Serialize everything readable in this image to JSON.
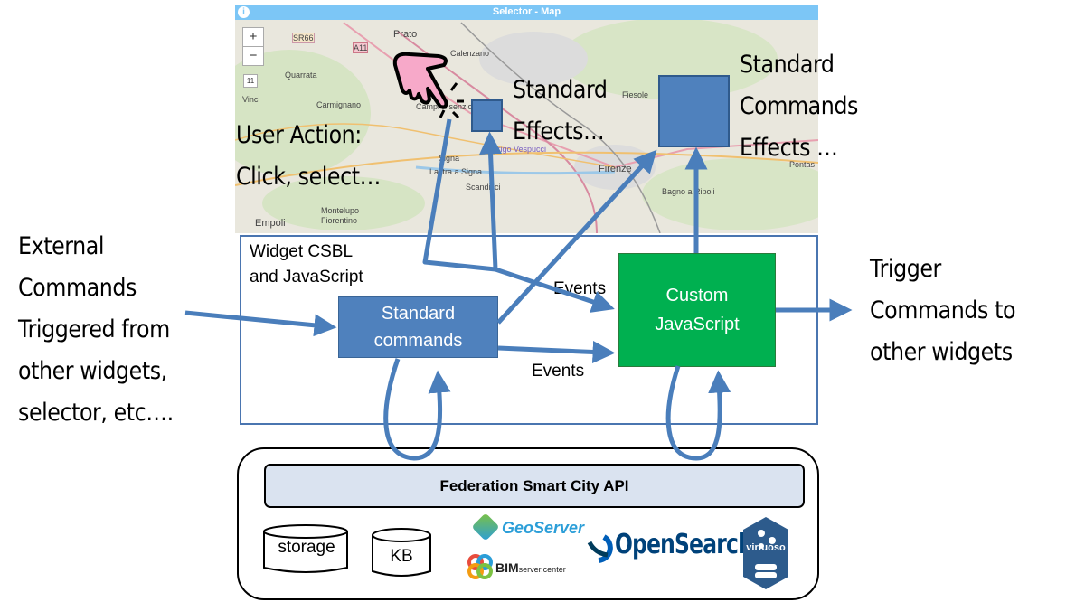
{
  "map": {
    "title": "Selector - Map",
    "info_icon": "info-icon",
    "zoom_in": "+",
    "zoom_out": "−",
    "zoom_level": "11",
    "places": [
      "Prato",
      "Calenzano",
      "Quarrata",
      "Carmignano",
      "Campi Bisenzio",
      "Signa",
      "Lastra a Signa",
      "Scandicci",
      "Firenze",
      "Fiesole",
      "Bagno a Ripoli",
      "Pontas",
      "Montelupo",
      "Fiorentino",
      "Empoli",
      "Vinci",
      "Amerigo Vespucci"
    ],
    "road_labels": [
      "SR66",
      "A11"
    ]
  },
  "labels": {
    "user_action": [
      "User Action:",
      "Click, select…"
    ],
    "standard_effects": [
      "Standard",
      "Effects…"
    ],
    "standard_commands_effects": [
      "Standard",
      "Commands",
      "Effects …"
    ],
    "external": [
      "External",
      "Commands",
      "Triggered from",
      "other widgets,",
      "selector, etc…."
    ],
    "trigger": [
      "Trigger",
      "Commands to",
      "other widgets"
    ],
    "widget_title": [
      "Widget CSBL",
      "and JavaScript"
    ],
    "events_top": "Events",
    "events_bottom": "Events"
  },
  "boxes": {
    "standard_commands": [
      "Standard",
      "commands"
    ],
    "custom_js": [
      "Custom",
      "JavaScript"
    ],
    "api": "Federation Smart City API",
    "storage": "storage",
    "kb": "KB"
  },
  "logos": {
    "geoserver": "GeoServer",
    "bim": "BIM",
    "bim_sub": "server.center",
    "opensearch": "OpenSearch",
    "virtuoso": "virtuoso"
  },
  "colors": {
    "arrow": "#4a7ebb",
    "standard_box": "#4f81bd",
    "custom_box": "#00b050",
    "api_bar": "#dae3f0",
    "titlebar": "#7cc6f6"
  }
}
